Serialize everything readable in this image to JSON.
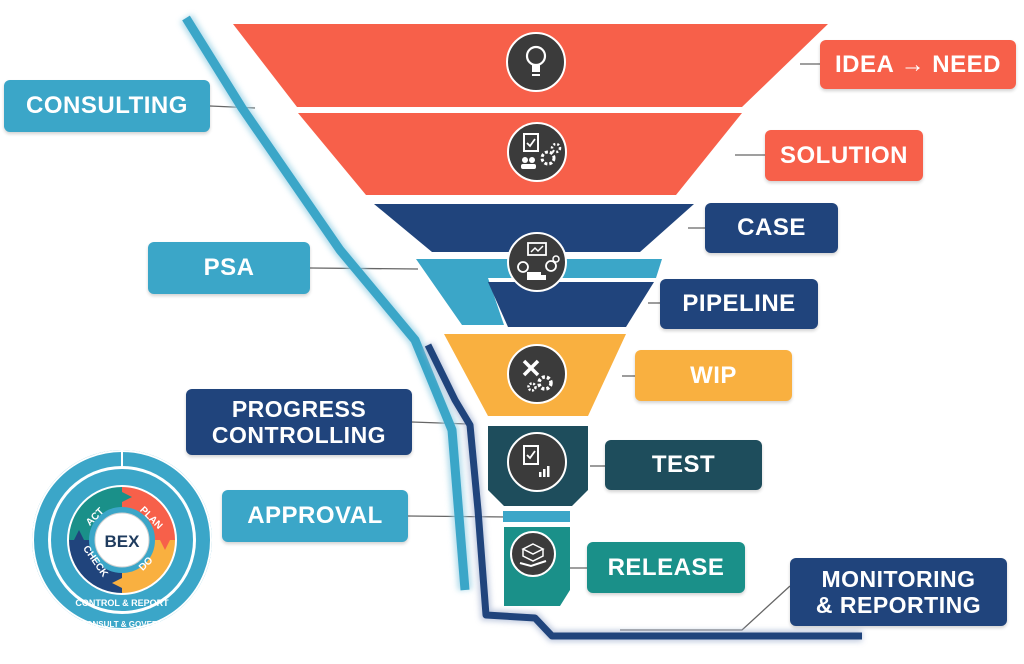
{
  "funnel": {
    "stages": [
      {
        "label": "IDEA → NEED",
        "color": "#f7604a",
        "icon": "lightbulb-icon"
      },
      {
        "label": "SOLUTION",
        "color": "#f7604a",
        "icon": "clipboard-gears-icon"
      },
      {
        "label": "CASE",
        "color": "#20447c",
        "icon": "presentation-clock-truck-icon"
      },
      {
        "label": "PIPELINE",
        "color": "#20447c"
      },
      {
        "label": "WIP",
        "color": "#f9b040",
        "icon": "wrench-gears-icon"
      },
      {
        "label": "TEST",
        "color": "#1e4d5c",
        "icon": "clipboard-chart-icon"
      },
      {
        "label": "RELEASE",
        "color": "#1a9089",
        "icon": "box-hand-icon"
      }
    ],
    "side_labels": {
      "consulting": "CONSULTING",
      "psa": "PSA",
      "progress_controlling_1": "PROGRESS",
      "progress_controlling_2": "CONTROLLING",
      "approval": "APPROVAL",
      "monitoring_1": "MONITORING",
      "monitoring_2": "& REPORTING"
    }
  },
  "bex_logo": {
    "center": "BEX",
    "cycle": [
      "ACT",
      "PLAN",
      "DO",
      "CHECK"
    ],
    "ring_inner": "CONTROL & REPORT",
    "ring_outer": "CONSULT & GOVERN",
    "colors": {
      "act": "#1a9089",
      "plan": "#f7604a",
      "do": "#f9b040",
      "check": "#20447c",
      "ring": "#3ba6c8"
    }
  }
}
